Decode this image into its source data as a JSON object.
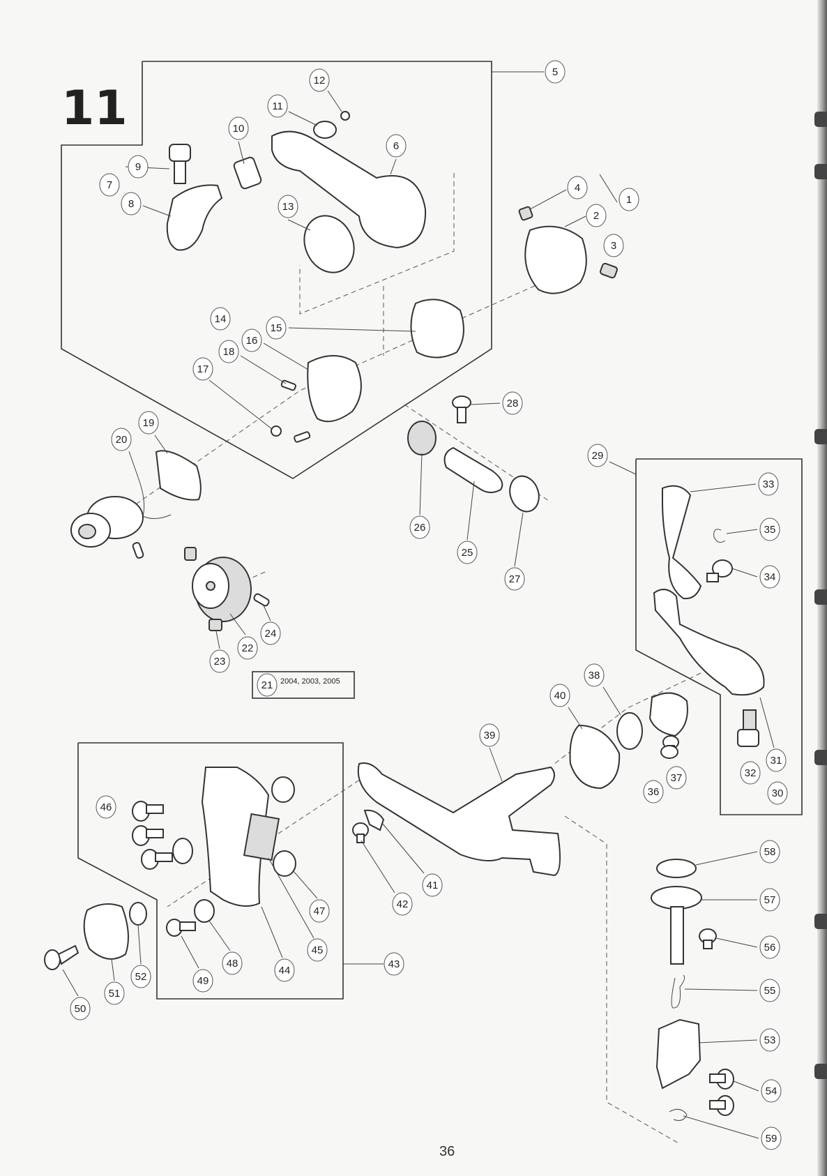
{
  "sheet_number": "11",
  "page_number": "36",
  "model_codes": "2004, 2003, 2005",
  "callouts": [
    "1",
    "2",
    "3",
    "4",
    "5",
    "6",
    "7",
    "8",
    "9",
    "10",
    "11",
    "12",
    "13",
    "14",
    "15",
    "16",
    "17",
    "18",
    "19",
    "20",
    "21",
    "22",
    "23",
    "24",
    "25",
    "26",
    "27",
    "28",
    "29",
    "30",
    "31",
    "32",
    "33",
    "34",
    "35",
    "36",
    "37",
    "38",
    "39",
    "40",
    "41",
    "42",
    "43",
    "44",
    "45",
    "46",
    "47",
    "48",
    "49",
    "50",
    "51",
    "52",
    "53",
    "54",
    "55",
    "56",
    "57",
    "58",
    "59"
  ]
}
